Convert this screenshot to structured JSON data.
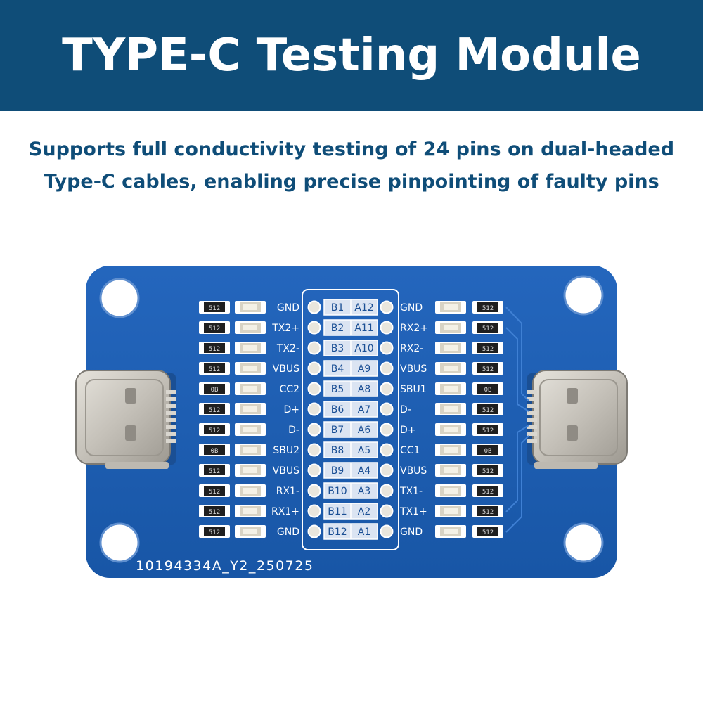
{
  "header": {
    "title": "TYPE-C Testing Module",
    "subtitle_lines": [
      "Supports full conductivity testing of 24 pins on dual-headed",
      "Type-C cables, enabling precise pinpointing of faulty pins"
    ]
  },
  "board": {
    "left_signals": [
      "GND",
      "TX2+",
      "TX2-",
      "VBUS",
      "CC2",
      "D+",
      "D-",
      "SBU2",
      "VBUS",
      "RX1-",
      "RX1+",
      "GND"
    ],
    "b_pins": [
      "B1",
      "B2",
      "B3",
      "B4",
      "B5",
      "B6",
      "B7",
      "B8",
      "B9",
      "B10",
      "B11",
      "B12"
    ],
    "a_pins": [
      "A12",
      "A11",
      "A10",
      "A9",
      "A8",
      "A7",
      "A6",
      "A5",
      "A4",
      "A3",
      "A2",
      "A1"
    ],
    "right_signals": [
      "GND",
      "RX2+",
      "RX2-",
      "VBUS",
      "SBU1",
      "D-",
      "D+",
      "CC1",
      "VBUS",
      "TX1-",
      "TX1+",
      "GND"
    ],
    "silkscreen_code": "10194334A_Y2_250725",
    "resistor_marks": [
      "512",
      "512",
      "512",
      "512",
      "0B",
      "512",
      "512",
      "0B",
      "512",
      "512",
      "512",
      "512"
    ],
    "colors": {
      "banner": "#0f4d78",
      "pcb": "#1b5fb4",
      "silkscreen": "#ffffff",
      "connector": "#c9c5bd"
    }
  }
}
